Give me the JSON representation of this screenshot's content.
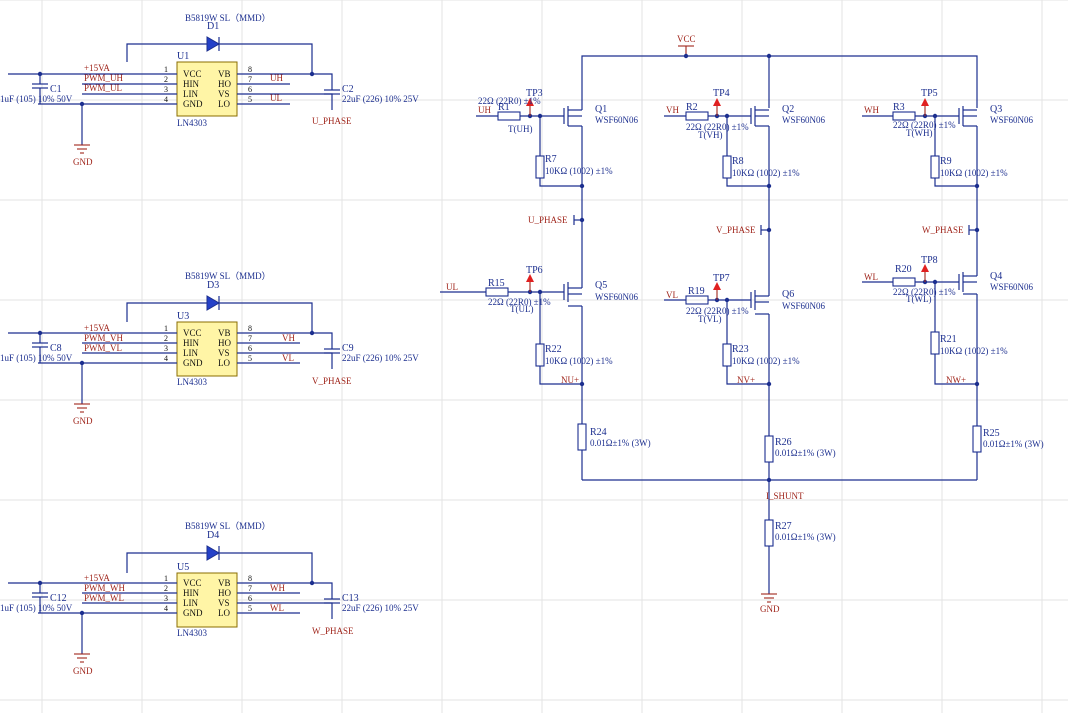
{
  "drivers": [
    {
      "ref": "U1",
      "part": "LN4303",
      "diode_ref": "D1",
      "diode_part": "B5819W SL（MMD）",
      "supply": "+15VA",
      "in_high": "PWM_UH",
      "in_low": "PWM_UL",
      "out_high": "UH",
      "out_low": "UL",
      "phase": "U_PHASE",
      "cap_in_ref": "C1",
      "cap_in_val": "1uF (105) 10% 50V",
      "cap_boot_ref": "C2",
      "cap_boot_val": "22uF (226) 10% 25V"
    },
    {
      "ref": "U3",
      "part": "LN4303",
      "diode_ref": "D3",
      "diode_part": "B5819W SL（MMD）",
      "supply": "+15VA",
      "in_high": "PWM_VH",
      "in_low": "PWM_VL",
      "out_high": "VH",
      "out_low": "VL",
      "phase": "V_PHASE",
      "cap_in_ref": "C8",
      "cap_in_val": "1uF (105) 10% 50V",
      "cap_boot_ref": "C9",
      "cap_boot_val": "22uF (226) 10% 25V"
    },
    {
      "ref": "U5",
      "part": "LN4303",
      "diode_ref": "D4",
      "diode_part": "B5819W SL（MMD）",
      "supply": "+15VA",
      "in_high": "PWM_WH",
      "in_low": "PWM_WL",
      "out_high": "WH",
      "out_low": "WL",
      "phase": "W_PHASE",
      "cap_in_ref": "C12",
      "cap_in_val": "1uF (105) 10% 50V",
      "cap_boot_ref": "C13",
      "cap_boot_val": "22uF (226) 10% 25V"
    }
  ],
  "driver_pins": {
    "left": [
      {
        "num": "1",
        "name": "VCC"
      },
      {
        "num": "2",
        "name": "HIN"
      },
      {
        "num": "3",
        "name": "LIN"
      },
      {
        "num": "4",
        "name": "GND"
      }
    ],
    "right": [
      {
        "num": "8",
        "name": "VB"
      },
      {
        "num": "7",
        "name": "HO"
      },
      {
        "num": "6",
        "name": "VS"
      },
      {
        "num": "5",
        "name": "LO"
      }
    ]
  },
  "bridge": {
    "vcc": "VCC",
    "shunt_net": "I_SHUNT",
    "gnd": "GND",
    "mosfet_part": "WSF60N06",
    "high": [
      {
        "gate": "UH",
        "tp": "TP3",
        "rg_ref": "R1",
        "rg_val": "22Ω (22R0) ±1%",
        "t": "T(UH)",
        "q": "Q1",
        "rpd_ref": "R7",
        "rpd_val": "10KΩ (1002) ±1%",
        "phase": "U_PHASE"
      },
      {
        "gate": "VH",
        "tp": "TP4",
        "rg_ref": "R2",
        "rg_val": "22Ω (22R0) ±1%",
        "t": "T(VH)",
        "q": "Q2",
        "rpd_ref": "R8",
        "rpd_val": "10KΩ (1002) ±1%",
        "phase": "V_PHASE"
      },
      {
        "gate": "WH",
        "tp": "TP5",
        "rg_ref": "R3",
        "rg_val": "22Ω (22R0) ±1%",
        "t": "T(WH)",
        "q": "Q3",
        "rpd_ref": "R9",
        "rpd_val": "10KΩ (1002) ±1%",
        "phase": "W_PHASE"
      }
    ],
    "low": [
      {
        "gate": "UL",
        "tp": "TP6",
        "rg_ref": "R15",
        "rg_val": "22Ω (22R0) ±1%",
        "t": "T(UL)",
        "q": "Q5",
        "rpd_ref": "R22",
        "rpd_val": "10KΩ (1002) ±1%",
        "node": "NU+"
      },
      {
        "gate": "VL",
        "tp": "TP7",
        "rg_ref": "R19",
        "rg_val": "22Ω (22R0) ±1%",
        "t": "T(VL)",
        "q": "Q6",
        "rpd_ref": "R23",
        "rpd_val": "10KΩ (1002) ±1%",
        "node": "NV+"
      },
      {
        "gate": "WL",
        "tp": "TP8",
        "rg_ref": "R20",
        "rg_val": "22Ω (22R0) ±1%",
        "t": "T(WL)",
        "q": "Q4",
        "rpd_ref": "R21",
        "rpd_val": "10KΩ (1002) ±1%",
        "node": "NW+"
      }
    ],
    "shunts": [
      {
        "ref": "R24",
        "val": "0.01Ω±1% (3W)"
      },
      {
        "ref": "R26",
        "val": "0.01Ω±1% (3W)"
      },
      {
        "ref": "R25",
        "val": "0.01Ω±1% (3W)"
      }
    ],
    "main_shunt": {
      "ref": "R27",
      "val": "0.01Ω±1% (3W)"
    }
  },
  "colors": {
    "wire": "#1c2f8f",
    "net_label": "#a0261c",
    "ic_fill": "#fff5a6",
    "testpoint": "#e02020",
    "grid": "#e3e3e3"
  }
}
